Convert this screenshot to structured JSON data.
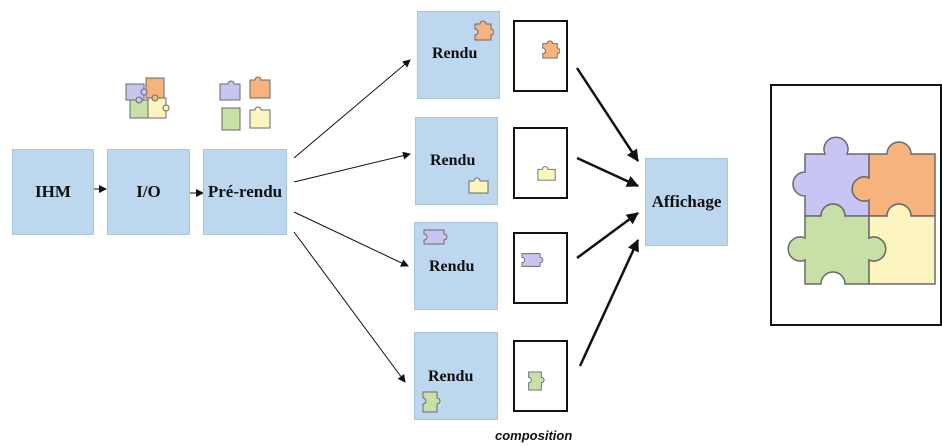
{
  "labels": {
    "ihm": "IHM",
    "io": "I/O",
    "prerendu": "Pré-rendu",
    "rendu1": "Rendu",
    "rendu2": "Rendu",
    "rendu3": "Rendu",
    "rendu4": "Rendu",
    "affichage": "Affichage",
    "composition": "composition"
  },
  "colors": {
    "box": "#bdd7ee",
    "purple": "#c9c5f2",
    "orange": "#f7b37d",
    "green": "#c9dfa8",
    "yellow": "#fcf5c0",
    "piece_outline": "#6a6a6a"
  },
  "icons": {
    "piece": "puzzle-piece-icon",
    "puzzle": "assembled-puzzle-icon"
  }
}
